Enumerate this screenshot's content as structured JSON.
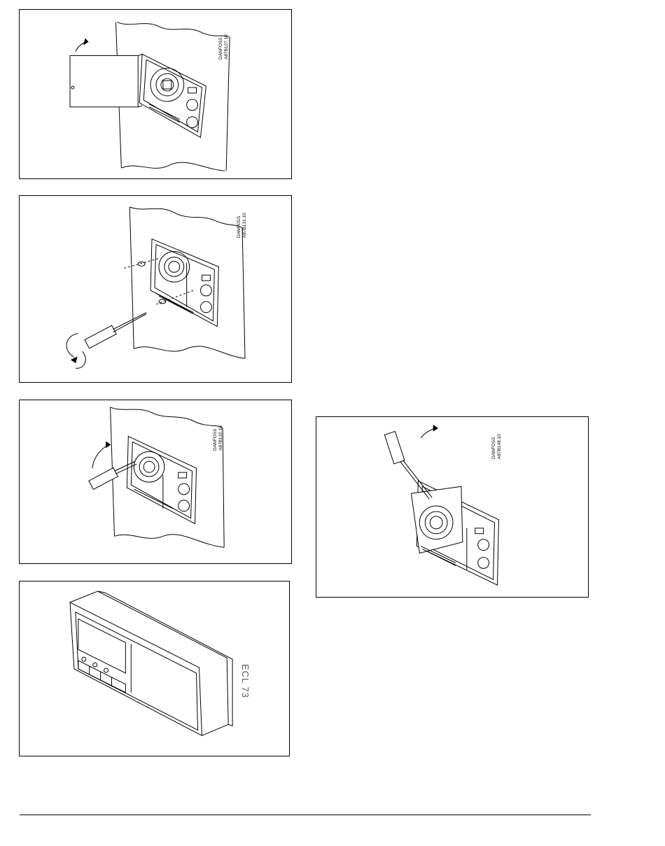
{
  "figures": {
    "fig1": {
      "brand": "DANFOSS",
      "code": "A87B127.10"
    },
    "fig2": {
      "brand": "DANFOSS",
      "code": "A87B131.10"
    },
    "fig3": {
      "brand": "DANFOSS",
      "code": "A87B132.10"
    },
    "fig4": {
      "product_label": "ECL 73"
    },
    "fig5": {
      "brand": "DANFOSS",
      "code": "A87B148.10"
    }
  }
}
